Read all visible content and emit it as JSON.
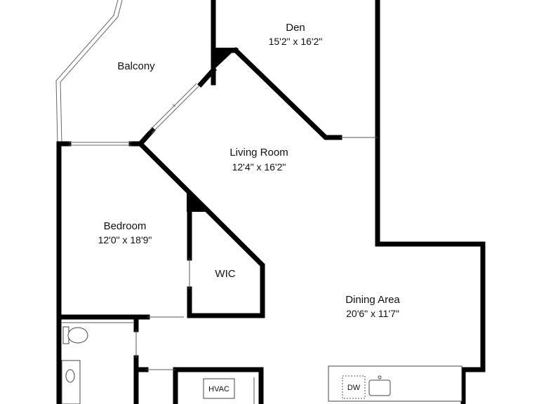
{
  "rooms": {
    "den": {
      "name": "Den",
      "dims": "15'2\" x 16'2\""
    },
    "balcony": {
      "name": "Balcony"
    },
    "living": {
      "name": "Living Room",
      "dims": "12'4\" x 16'2\""
    },
    "bedroom": {
      "name": "Bedroom",
      "dims": "12'0\" x 18'9\""
    },
    "wic": {
      "name": "WIC"
    },
    "dining": {
      "name": "Dining Area",
      "dims": "20'6\" x 11'7\""
    }
  },
  "fixtures": {
    "hvac": "HVAC",
    "dw": "DW"
  }
}
